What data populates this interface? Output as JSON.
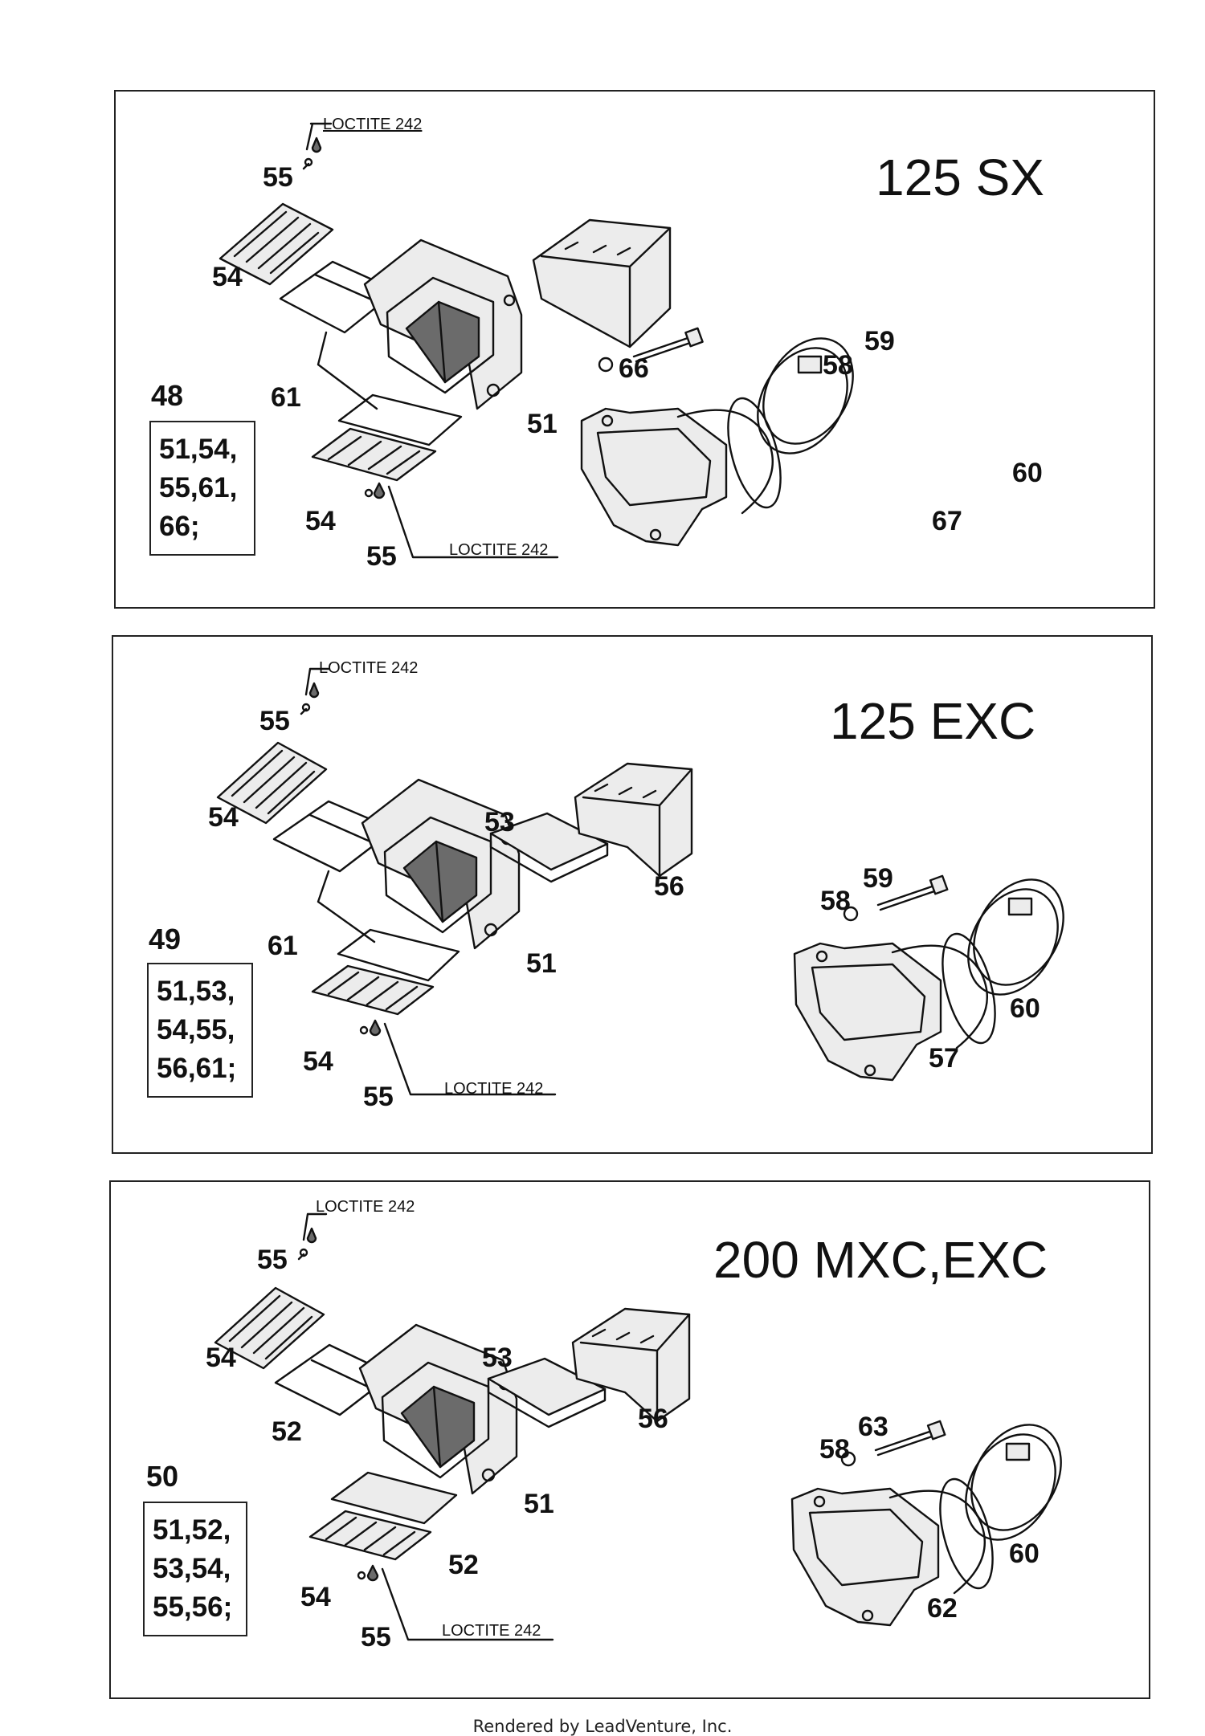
{
  "footer": "Rendered by LeadVenture, Inc.",
  "panels": [
    {
      "title": "125 SX",
      "loctite_top": "LOCTITE 242",
      "loctite_bottom": "LOCTITE 242",
      "kit_number": "48",
      "kit_lines": [
        "51,54,",
        "55,61,",
        "66;"
      ],
      "labels": {
        "screw_top": "55",
        "plate_top": "54",
        "reed_top": "61",
        "housing": "51",
        "deflector": "66",
        "washer": "58",
        "bolt": "59",
        "clamp": "60",
        "manifold": "67",
        "plate_bottom": "54",
        "screw_bottom": "55"
      }
    },
    {
      "title": "125 EXC",
      "loctite_top": "LOCTITE 242",
      "loctite_bottom": "LOCTITE 242",
      "kit_number": "49",
      "kit_lines": [
        "51,53,",
        "54,55,",
        "56,61;"
      ],
      "labels": {
        "screw_top": "55",
        "plate_top": "54",
        "reed_top": "61",
        "housing": "51",
        "reed_block": "53",
        "deflector": "56",
        "washer": "58",
        "bolt": "59",
        "clamp": "60",
        "manifold": "57",
        "plate_bottom": "54",
        "screw_bottom": "55"
      }
    },
    {
      "title": "200 MXC,EXC",
      "loctite_top": "LOCTITE 242",
      "loctite_bottom": "LOCTITE 242",
      "kit_number": "50",
      "kit_lines": [
        "51,52,",
        "53,54,",
        "55,56;"
      ],
      "labels": {
        "screw_top": "55",
        "plate_top": "54",
        "reed_top": "52",
        "housing": "51",
        "reed_block": "53",
        "deflector": "56",
        "washer": "58",
        "bolt": "63",
        "clamp": "60",
        "manifold": "62",
        "reed_bottom": "52",
        "plate_bottom": "54",
        "screw_bottom": "55"
      }
    }
  ]
}
